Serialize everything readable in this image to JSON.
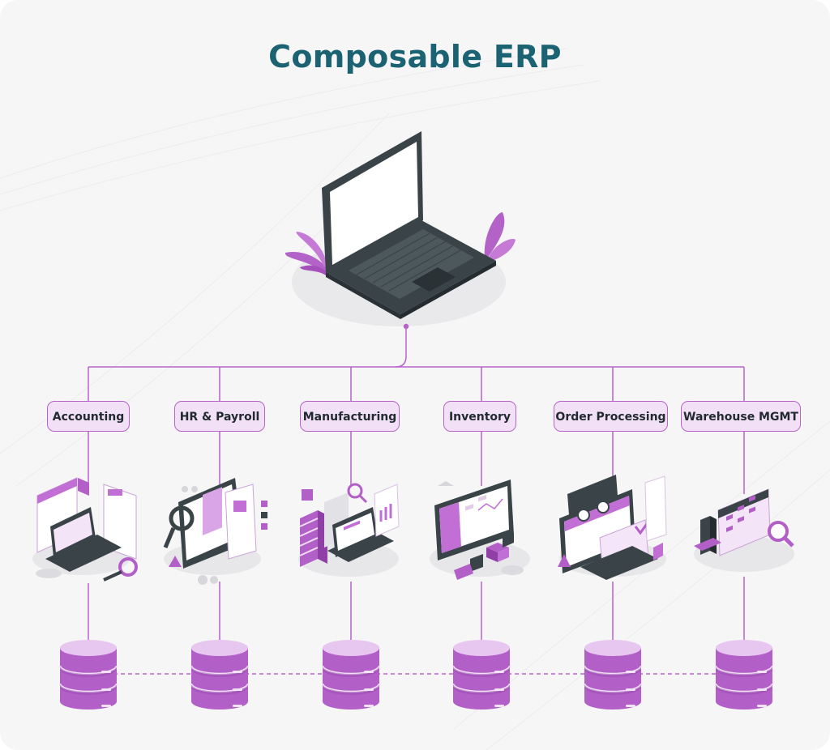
{
  "title": "Composable ERP",
  "modules": [
    {
      "label": "Accounting",
      "illustration": "accounting-illustration",
      "database": "database-icon"
    },
    {
      "label": "HR & Payroll",
      "illustration": "hr-payroll-illustration",
      "database": "database-icon"
    },
    {
      "label": "Manufacturing",
      "illustration": "manufacturing-illustration",
      "database": "database-icon"
    },
    {
      "label": "Inventory",
      "illustration": "inventory-illustration",
      "database": "database-icon"
    },
    {
      "label": "Order Processing",
      "illustration": "order-processing-illustration",
      "database": "database-icon"
    },
    {
      "label": "Warehouse MGMT",
      "illustration": "warehouse-illustration",
      "database": "database-icon"
    }
  ],
  "hub": {
    "illustration": "laptop-icon"
  },
  "colors": {
    "title": "#1b6272",
    "accent": "#b764c9",
    "label_fill": "#f1e0f6",
    "dark": "#3a4448"
  }
}
